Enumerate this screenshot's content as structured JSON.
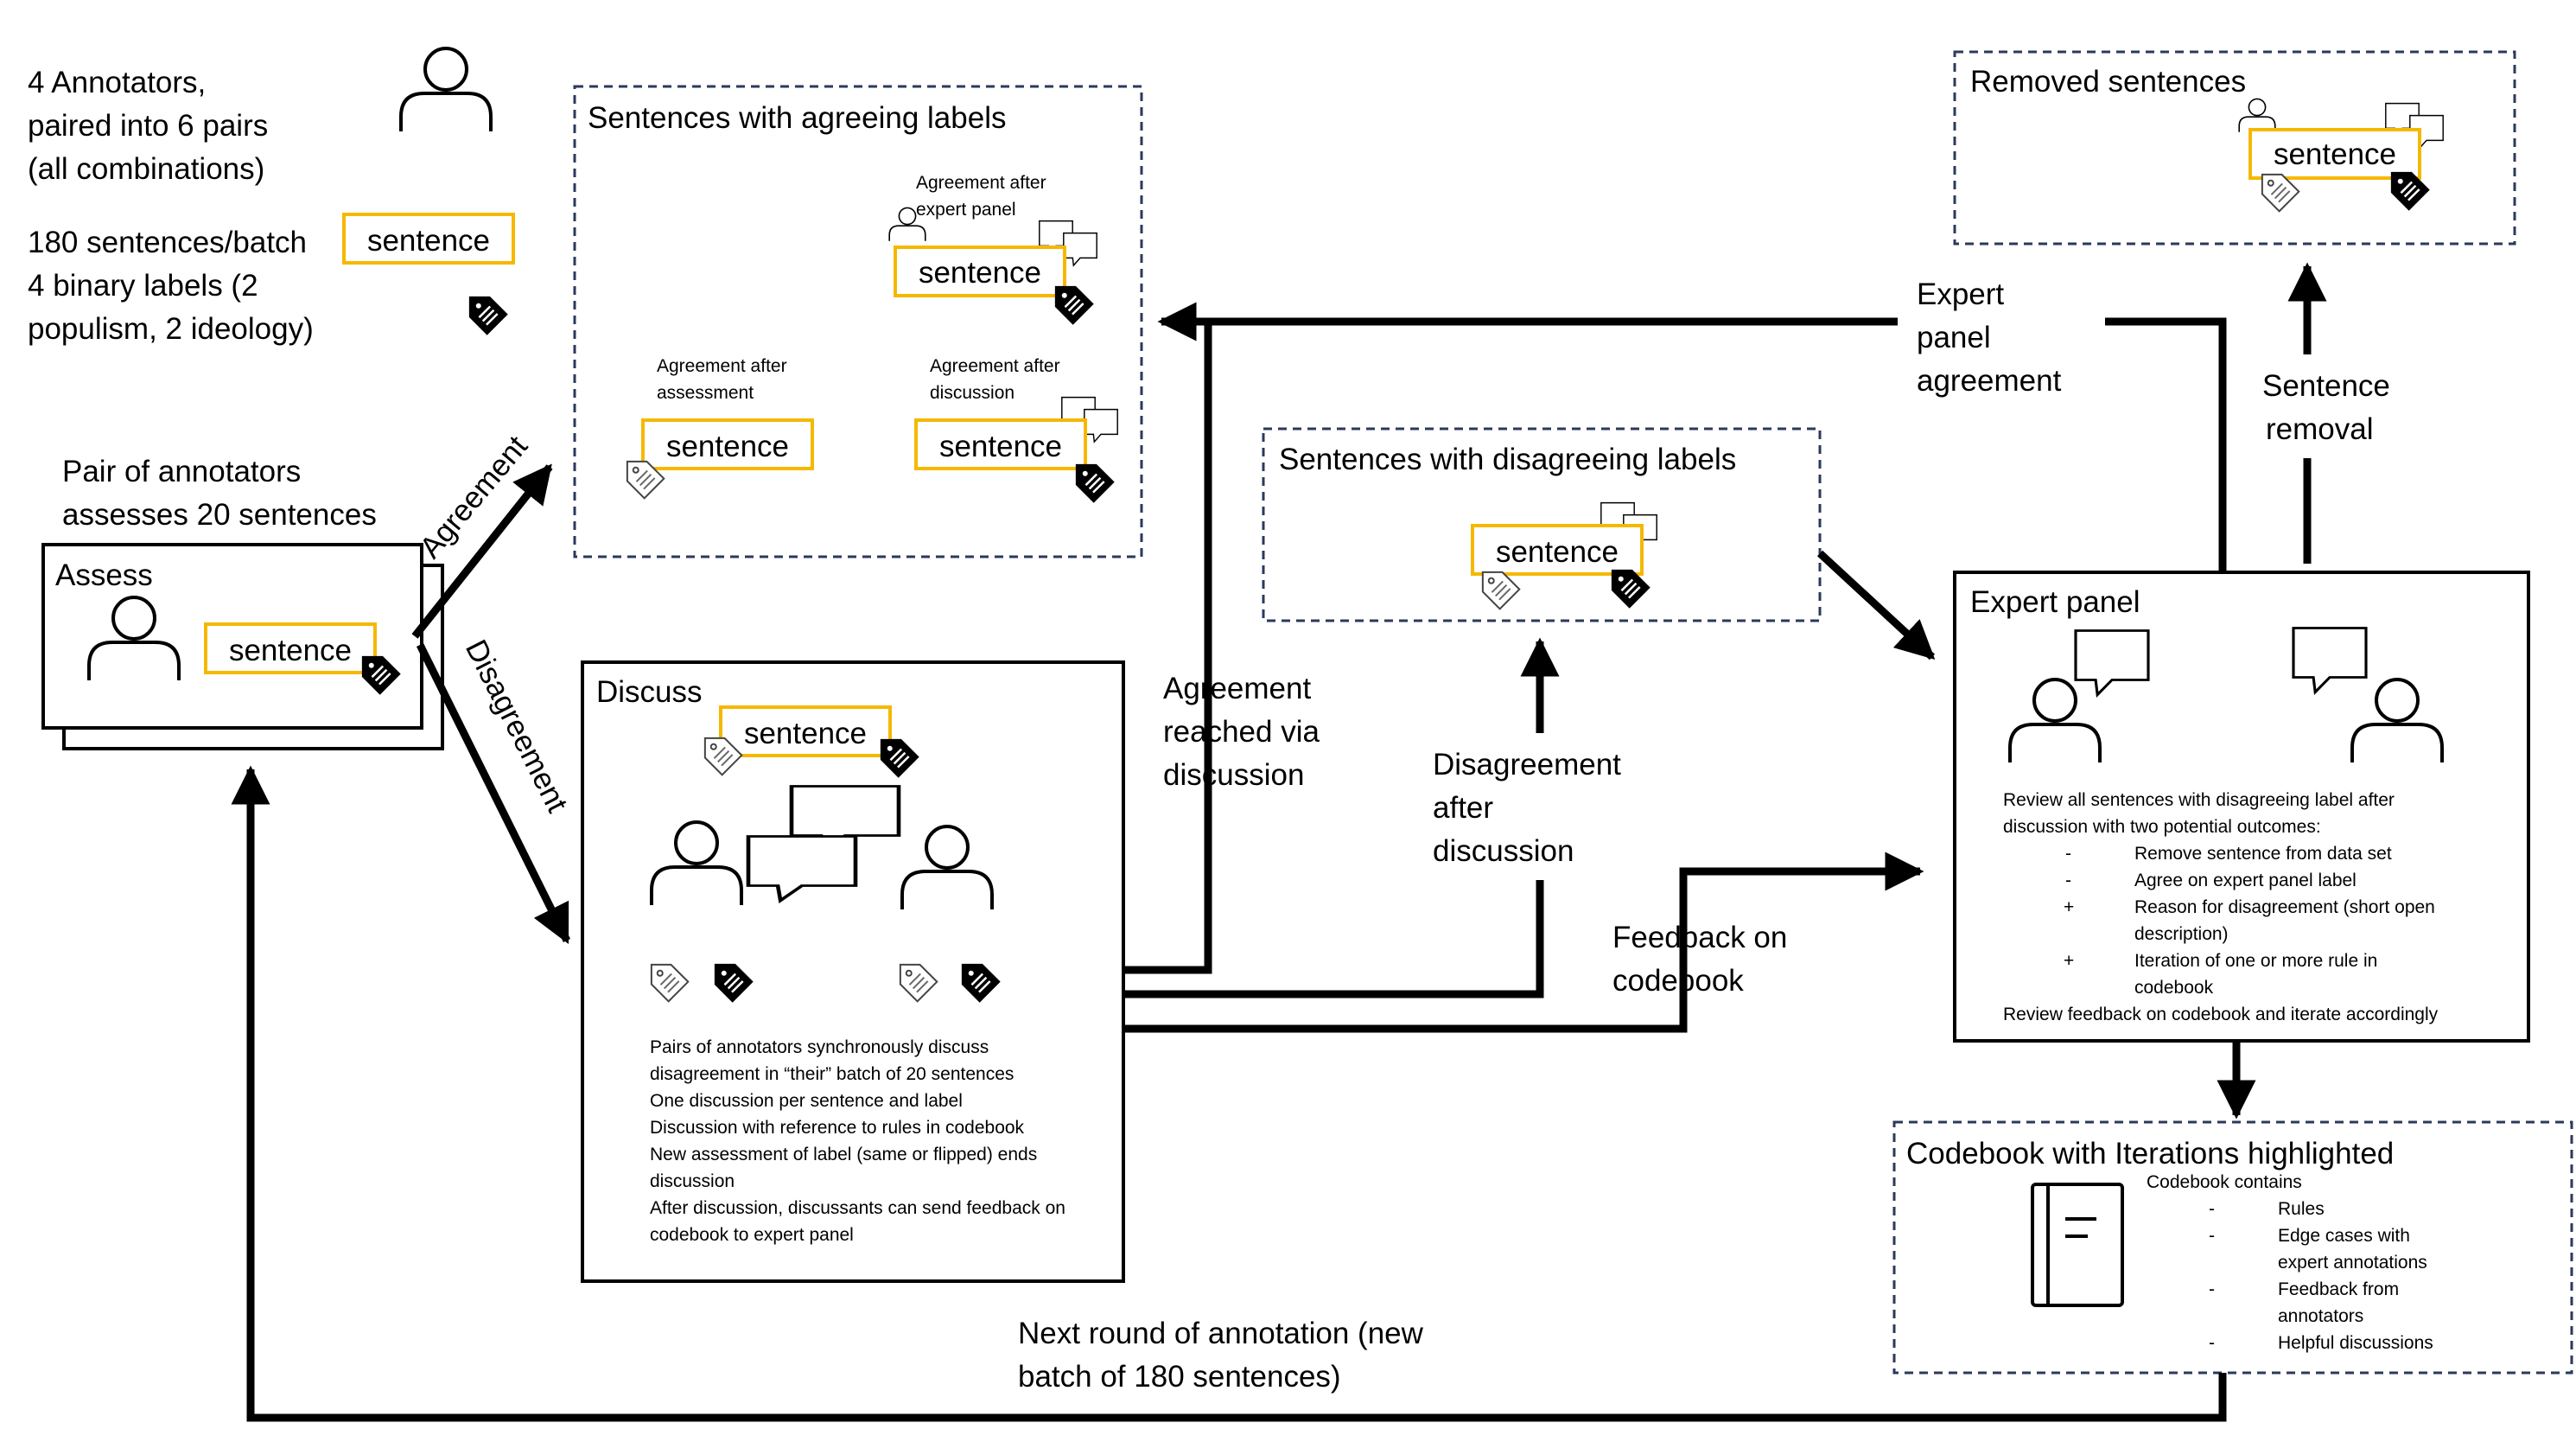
{
  "intro": {
    "annotators": [
      "4 Annotators,",
      "paired into 6 pairs",
      "(all combinations)"
    ],
    "batch": [
      "180  sentences/batch",
      "4 binary labels (2",
      "populism, 2 ideology)"
    ]
  },
  "sentence_word": "sentence",
  "assess": {
    "caption": [
      "Pair of annotators",
      "assesses 20 sentences"
    ],
    "title": "Assess"
  },
  "agreeing": {
    "title": "Sentences with agreeing labels",
    "after_expert": [
      "Agreement after",
      "expert panel"
    ],
    "after_assessment": [
      "Agreement after",
      "assessment"
    ],
    "after_discussion": [
      "Agreement after",
      "discussion"
    ]
  },
  "removed": {
    "title": "Removed sentences"
  },
  "disagreeing": {
    "title": "Sentences with disagreeing labels"
  },
  "discuss": {
    "title": "Discuss",
    "notes": [
      "Pairs of annotators synchronously discuss",
      "disagreement in “their” batch of 20 sentences",
      "One discussion per sentence and label",
      "Discussion with reference to rules in codebook",
      "New assessment of label (same or flipped) ends",
      "discussion",
      "After discussion, discussants can send feedback on",
      "codebook to expert panel"
    ]
  },
  "expert": {
    "title": "Expert panel",
    "review_intro": [
      "Review all sentences with disagreeing label after",
      "discussion with two potential outcomes:"
    ],
    "items": [
      {
        "bullet": "-",
        "text": [
          "Remove sentence from data set"
        ]
      },
      {
        "bullet": "-",
        "text": [
          "Agree on expert panel label"
        ]
      },
      {
        "bullet": "+",
        "text": [
          "Reason for disagreement (short open",
          "description)"
        ]
      },
      {
        "bullet": "+",
        "text": [
          "Iteration of one or more rule in",
          "codebook"
        ]
      }
    ],
    "review_feedback": "Review feedback on codebook and iterate accordingly"
  },
  "codebook": {
    "title": "Codebook with Iterations highlighted",
    "contains": "Codebook contains",
    "items": [
      {
        "bullet": "-",
        "text": [
          "Rules"
        ]
      },
      {
        "bullet": "-",
        "text": [
          "Edge cases with",
          "expert annotations"
        ]
      },
      {
        "bullet": "-",
        "text": [
          "Feedback from",
          "annotators"
        ]
      },
      {
        "bullet": "-",
        "text": [
          "Helpful discussions"
        ]
      }
    ]
  },
  "arrows": {
    "agreement": "Agreement",
    "disagreement": "Disagreement",
    "agreement_via_discussion": [
      "Agreement",
      "reached via",
      "discussion"
    ],
    "disagreement_after_discussion": [
      "Disagreement",
      "after",
      "discussion"
    ],
    "feedback_codebook": [
      "Feedback on",
      "codebook"
    ],
    "expert_agreement": [
      "Expert",
      "panel",
      "agreement"
    ],
    "sentence_removal": [
      "Sentence",
      "removal"
    ],
    "next_round": [
      "Next round of annotation (new",
      "batch of 180 sentences)"
    ]
  },
  "colors": {
    "sentence_border": "#f5b800",
    "dashed_border": "#2a3a5c",
    "line": "#000000"
  },
  "icon_names": [
    "person-icon",
    "speech-bubble-icon",
    "label-tag-filled-icon",
    "label-tag-outline-icon",
    "codebook-icon"
  ]
}
